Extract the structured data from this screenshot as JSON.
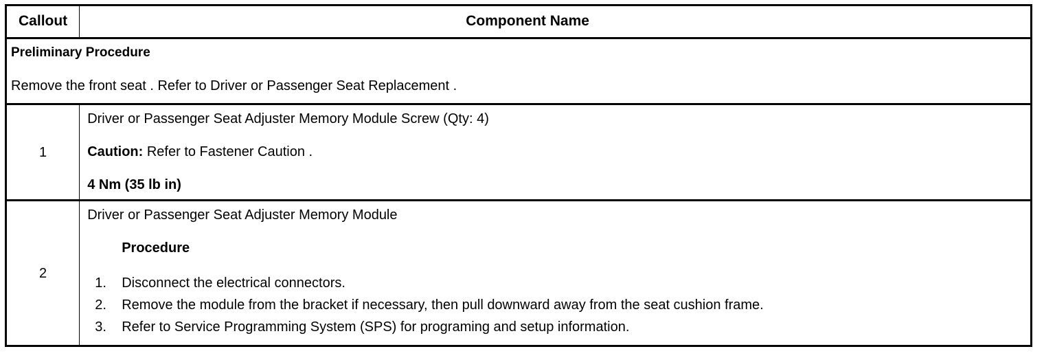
{
  "table": {
    "headers": {
      "callout": "Callout",
      "component_name": "Component Name"
    },
    "preliminary": {
      "title": "Preliminary Procedure",
      "text": "Remove the front seat . Refer to Driver or Passenger Seat Replacement ."
    },
    "rows": [
      {
        "callout": "1",
        "name": "Driver or Passenger Seat Adjuster Memory Module Screw (Qty: 4)",
        "caution_label": "Caution:",
        "caution_text": " Refer to Fastener Caution .",
        "torque": "4 Nm (35 lb in)"
      },
      {
        "callout": "2",
        "name": "Driver or Passenger Seat Adjuster Memory Module",
        "procedure_heading": "Procedure",
        "steps": [
          {
            "num": "1.",
            "text": "Disconnect the electrical connectors."
          },
          {
            "num": "2.",
            "text": "Remove the module from the bracket if necessary, then pull downward away from the seat cushion frame."
          },
          {
            "num": "3.",
            "text": "Refer to Service Programming System (SPS) for programing and setup information."
          }
        ]
      }
    ]
  },
  "colors": {
    "border": "#000000",
    "text": "#000000",
    "background": "#ffffff"
  }
}
